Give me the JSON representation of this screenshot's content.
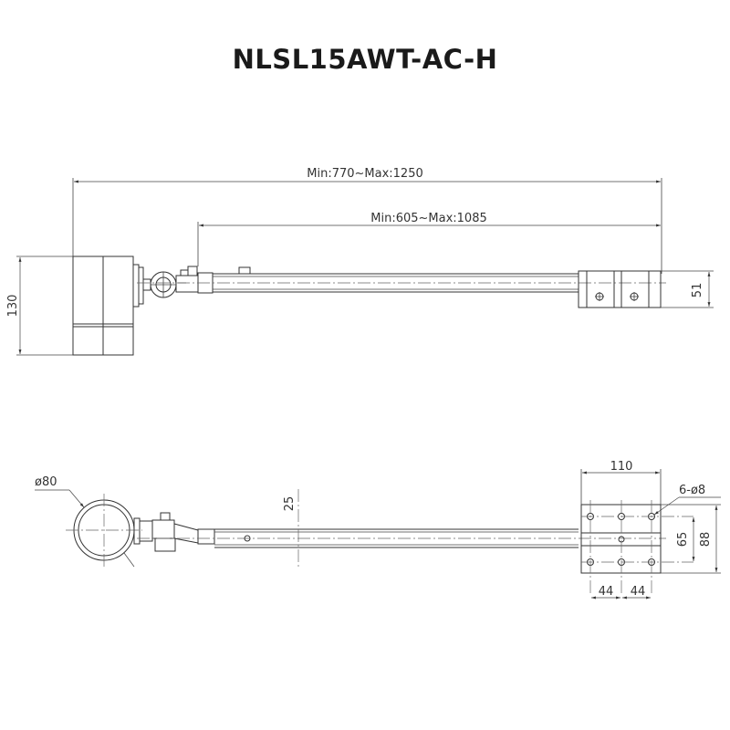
{
  "title": "NLSL15AWT-AC-H",
  "dimensions": {
    "total_length": "Min:770~Max:1250",
    "arm_length": "Min:605~Max:1085",
    "head_height": "130",
    "bracket_height": "51",
    "head_diameter": "ø80",
    "arm_width": "25",
    "bracket_width": "110",
    "holes": "6-ø8",
    "hole_pitch": "65",
    "bracket_depth": "88",
    "hole_spacing_left": "44",
    "hole_spacing_right": "44"
  }
}
